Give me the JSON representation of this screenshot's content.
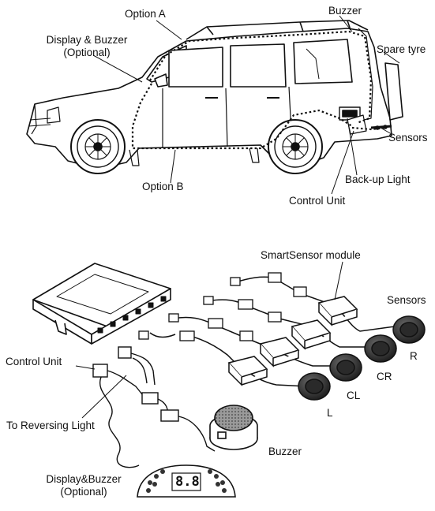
{
  "vehicle_diagram": {
    "labels": {
      "option_a": "Option A",
      "buzzer": "Buzzer",
      "display_buzzer_line1": "Display & Buzzer",
      "display_buzzer_line2": "(Optional)",
      "spare_tyre": "Spare tyre",
      "sensors": "Sensors",
      "back_up_light": "Back-up Light",
      "option_b": "Option B",
      "control_unit": "Control Unit"
    }
  },
  "components_diagram": {
    "labels": {
      "smartsensor_module": "SmartSensor module",
      "sensors": "Sensors",
      "sensor_r": "R",
      "sensor_cr": "CR",
      "sensor_cl": "CL",
      "sensor_l": "L",
      "control_unit": "Control Unit",
      "to_reversing_light": "To Reversing Light",
      "buzzer": "Buzzer",
      "display_buzzer_line1": "Display&Buzzer",
      "display_buzzer_line2": "(Optional)"
    },
    "display_readout": "8.8"
  }
}
